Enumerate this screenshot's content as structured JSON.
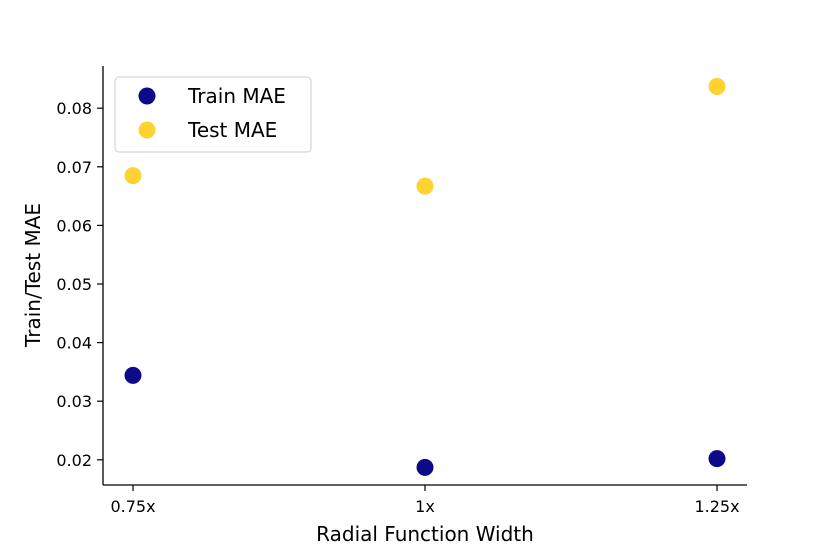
{
  "chart_data": {
    "type": "scatter",
    "categories": [
      "0.75x",
      "1x",
      "1.25x"
    ],
    "series": [
      {
        "name": "Train MAE",
        "color": "#0d0a8a",
        "values": [
          0.0344,
          0.0187,
          0.0202
        ]
      },
      {
        "name": "Test MAE",
        "color": "#fdd231",
        "values": [
          0.0685,
          0.0667,
          0.0837
        ]
      }
    ],
    "xlabel": "Radial Function Width",
    "ylabel": "Train/Test MAE",
    "yticks": [
      0.02,
      0.03,
      0.04,
      0.05,
      0.06,
      0.07,
      0.08
    ],
    "ytick_labels": [
      "0.02",
      "0.03",
      "0.04",
      "0.05",
      "0.06",
      "0.07",
      "0.08"
    ],
    "ylim": [
      0.0157,
      0.0872
    ],
    "grid": false,
    "legend_position": "top-left"
  }
}
